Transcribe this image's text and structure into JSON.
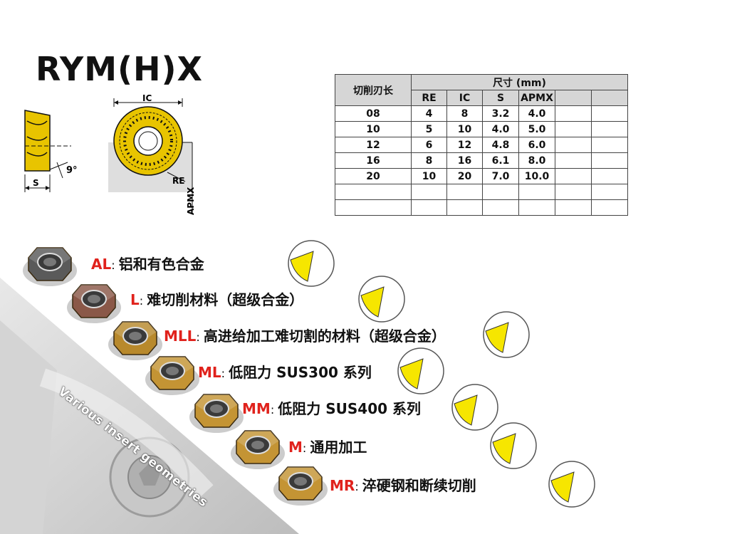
{
  "title": "RYM(H)X",
  "diagram": {
    "ic_label": "IC",
    "s_label": "S",
    "angle_label": "9°",
    "re_label": "RE",
    "apmx_label": "APMX"
  },
  "table": {
    "header_first": "切削刃长",
    "header_group": "尺寸 (mm)",
    "columns": [
      "RE",
      "IC",
      "S",
      "APMX",
      "",
      ""
    ],
    "rows": [
      [
        "08",
        "4",
        "8",
        "3.2",
        "4.0",
        "",
        ""
      ],
      [
        "10",
        "5",
        "10",
        "4.0",
        "5.0",
        "",
        ""
      ],
      [
        "12",
        "6",
        "12",
        "4.8",
        "6.0",
        "",
        ""
      ],
      [
        "16",
        "8",
        "16",
        "6.1",
        "8.0",
        "",
        ""
      ],
      [
        "20",
        "10",
        "20",
        "7.0",
        "10.0",
        "",
        ""
      ],
      [
        "",
        "",
        "",
        "",
        "",
        "",
        ""
      ],
      [
        "",
        "",
        "",
        "",
        "",
        "",
        ""
      ]
    ]
  },
  "banner_text": "Various insert geometries",
  "geometries": [
    {
      "code": "AL",
      "desc": "铝和有色合金",
      "insert_color": "#5a5a5a"
    },
    {
      "code": "L",
      "desc": "难切削材料（超级合金）",
      "insert_color": "#8a5848"
    },
    {
      "code": "MLL",
      "desc": "高进给加工难切割的材料（超级合金）",
      "insert_color": "#b8892c"
    },
    {
      "code": "ML",
      "desc": "低阻力 SUS300 系列",
      "insert_color": "#c49434"
    },
    {
      "code": "MM",
      "desc": "低阻力 SUS400 系列",
      "insert_color": "#c49434"
    },
    {
      "code": "M",
      "desc": "通用加工",
      "insert_color": "#c49434"
    },
    {
      "code": "MR",
      "desc": "淬硬钢和断续切削",
      "insert_color": "#c49434"
    }
  ],
  "colors": {
    "code_red": "#e0221c",
    "yellow": "#f6e600",
    "insert_gold": "#e8b400"
  }
}
